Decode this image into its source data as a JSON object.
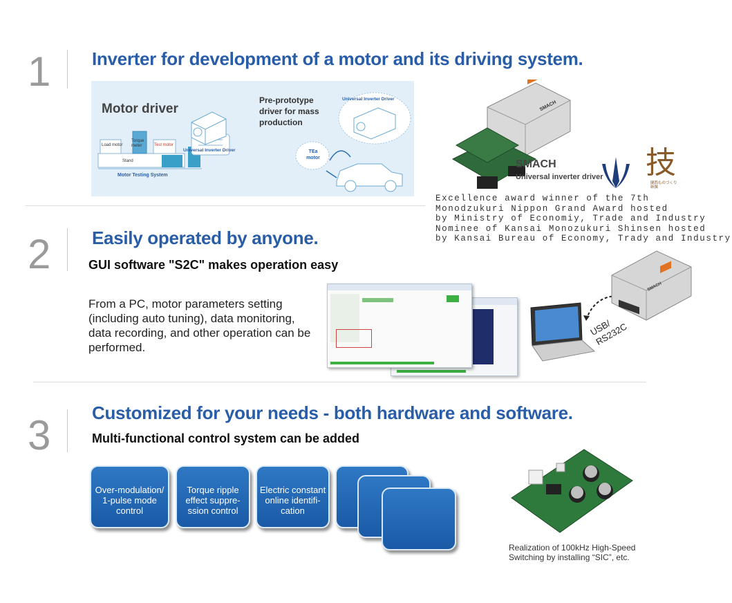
{
  "section1": {
    "number": "1",
    "title": "Inverter for development of a motor and its driving system.",
    "diagram": {
      "motor_driver_label": "Motor driver",
      "preproto_label": "Pre-prototype driver for mass production",
      "load_motor": "Load motor",
      "torque_meter": "Torque meter",
      "test_motor": "Test motor",
      "stand": "Stand",
      "testing_system": "Motor Testing System",
      "universal_driver_left": "Universal Inverter Driver",
      "universal_driver_right": "Universal Inverter Driver",
      "tea_motor": "TEa motor"
    },
    "product": {
      "brand": "SMACH",
      "name": "Universal inverter driver",
      "panel_brand": "SMACH"
    },
    "award_lines": [
      "Excellence award winner of the 7th",
      "Monodzukuri Nippon Grand Award hosted",
      "by Ministry of Economiy, Trade and Industry",
      "Nominee of Kansai Monozukuri Shinsen hosted",
      "by Kansai Bureau of Economy, Trady and Industry"
    ],
    "logo_kanji": "技",
    "logo_caption": "関西ものづくり新撰"
  },
  "section2": {
    "number": "2",
    "title": "Easily operated by anyone.",
    "subtitle": "GUI software \"S2C\" makes operation easy",
    "body": "From a PC, motor parameters setting (including auto tuning), data monitoring, data recording, and other operation can be performed.",
    "connection_label": "USB/ RS232C",
    "laptop_panel_brand": "SMACH"
  },
  "section3": {
    "number": "3",
    "title": "Customized for your needs - both hardware and software.",
    "subtitle": "Multi-functional control system can be added",
    "boxes": [
      "Over-modulation/ 1-pulse mode control",
      "Torque ripple effect suppre- ssion control",
      "Electric constant online identifi- cation"
    ],
    "board_caption": "Realization of 100kHz High-Speed Switching by installing “SIC”, etc."
  },
  "colors": {
    "title_blue": "#2a5da8",
    "box_blue": "#1f64b0",
    "panel_bg": "#e2eff8",
    "number_gray": "#9a9a9a"
  }
}
